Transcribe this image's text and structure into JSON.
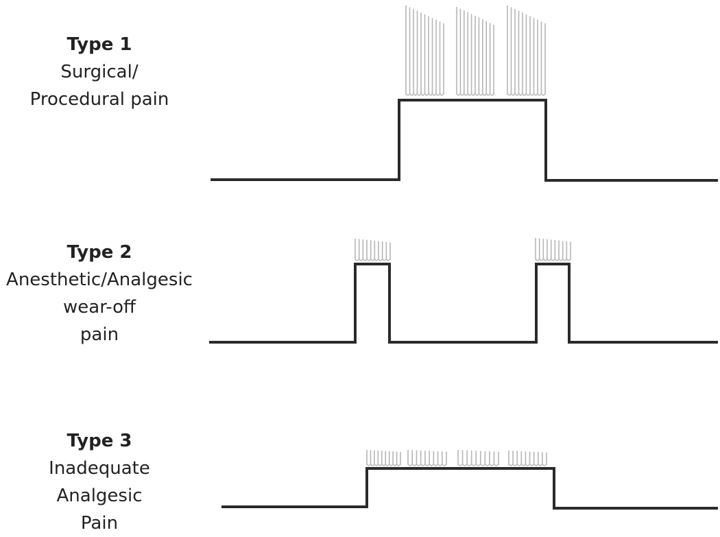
{
  "types": [
    {
      "title": "Type 1",
      "lines": [
        "Surgical/",
        "Procedural pain"
      ]
    },
    {
      "title": "Type 2",
      "lines": [
        "Anesthetic/Analgesic",
        "wear-off",
        "pain"
      ]
    },
    {
      "title": "Type 3",
      "lines": [
        "Inadequate",
        "Analgesic",
        "Pain"
      ]
    }
  ]
}
